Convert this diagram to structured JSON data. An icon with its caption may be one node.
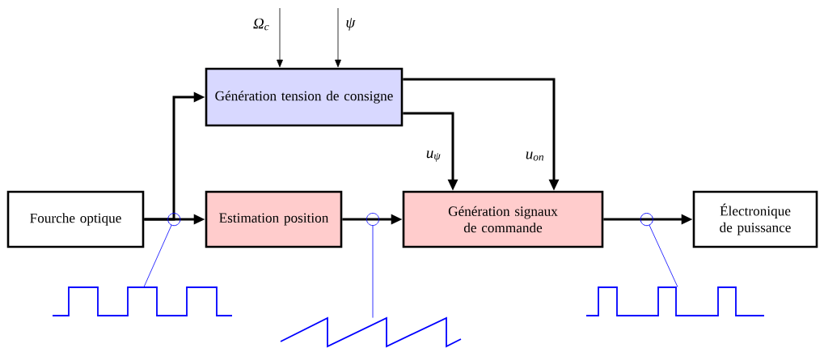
{
  "diagram": {
    "nodes": [
      {
        "text": [
          "Fourche optique"
        ]
      },
      {
        "text": [
          "Génération tension de consigne"
        ]
      },
      {
        "text": [
          "Estimation position"
        ]
      },
      {
        "text": [
          "Génération signaux de commande"
        ]
      },
      {
        "text": [
          "Électronique de puissance"
        ]
      },
      {
        "text": [],
        "shape": "picture"
      },
      {
        "text": [],
        "shape": "picture"
      },
      {
        "text": [],
        "shape": "picture"
      }
    ],
    "edges": [
      {
        "from": null,
        "to": 1,
        "arrow": "to",
        "label": "Ω$_{c}$"
      },
      {
        "from": null,
        "to": 1,
        "arrow": "to",
        "label": "ψ"
      },
      {
        "from": 0,
        "to": 2,
        "arrow": "to"
      },
      {
        "from": 0,
        "to": 1,
        "arrow": "to"
      },
      {
        "from": 2,
        "to": 3,
        "arrow": "to"
      },
      {
        "from": 3,
        "to": 4,
        "arrow": "to"
      },
      {
        "from": 1,
        "to": 3,
        "arrow": "to",
        "label": "u$_{ψ}$"
      },
      {
        "from": 1,
        "to": 3,
        "arrow": "to",
        "label": "u$_{on}$"
      },
      {
        "from": 5,
        "to": null,
        "arrow": "other",
        "color": "#0000ff"
      },
      {
        "from": 6,
        "to": null,
        "arrow": "other",
        "color": "#0000ff"
      },
      {
        "from": 7,
        "to": null,
        "arrow": "other",
        "color": "#0000ff"
      }
    ]
  }
}
